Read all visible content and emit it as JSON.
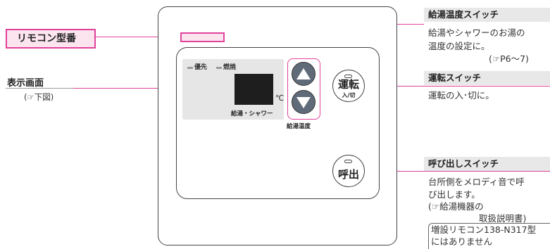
{
  "left": {
    "model_label": "リモコン型番",
    "display_title": "表示画面",
    "display_ref": "(☞下図)"
  },
  "device": {
    "indicator_1": "優先",
    "indicator_2": "燃焼",
    "unit": "℃",
    "display_caption": "給湯・シャワー",
    "temp_caption": "給湯温度",
    "run_label": "運転",
    "run_sub_label": "入/切",
    "call_label": "呼出"
  },
  "right": {
    "temp_switch": {
      "title": "給湯温度スイッチ",
      "line1": "給湯やシャワーのお湯の",
      "line2": "温度の設定に。",
      "ref": "(☞P6〜7)"
    },
    "run_switch": {
      "title": "運転スイッチ",
      "line1": "運転の入･切に。"
    },
    "call_switch": {
      "title": "呼び出しスイッチ",
      "line1": "台所側をメロディ音で呼",
      "line2": "び出します。",
      "line3": "(☞給湯機器の",
      "line4": "取扱説明書)"
    },
    "note_line1": "増設リモコン138-N317型",
    "note_line2": "にはありません"
  },
  "colors": {
    "accent": "#e0429a",
    "accent_fill": "#fde5f0",
    "title_bar": "#e8e8e8",
    "button": "#5f6b78",
    "lcd": "#1e1e1e"
  }
}
